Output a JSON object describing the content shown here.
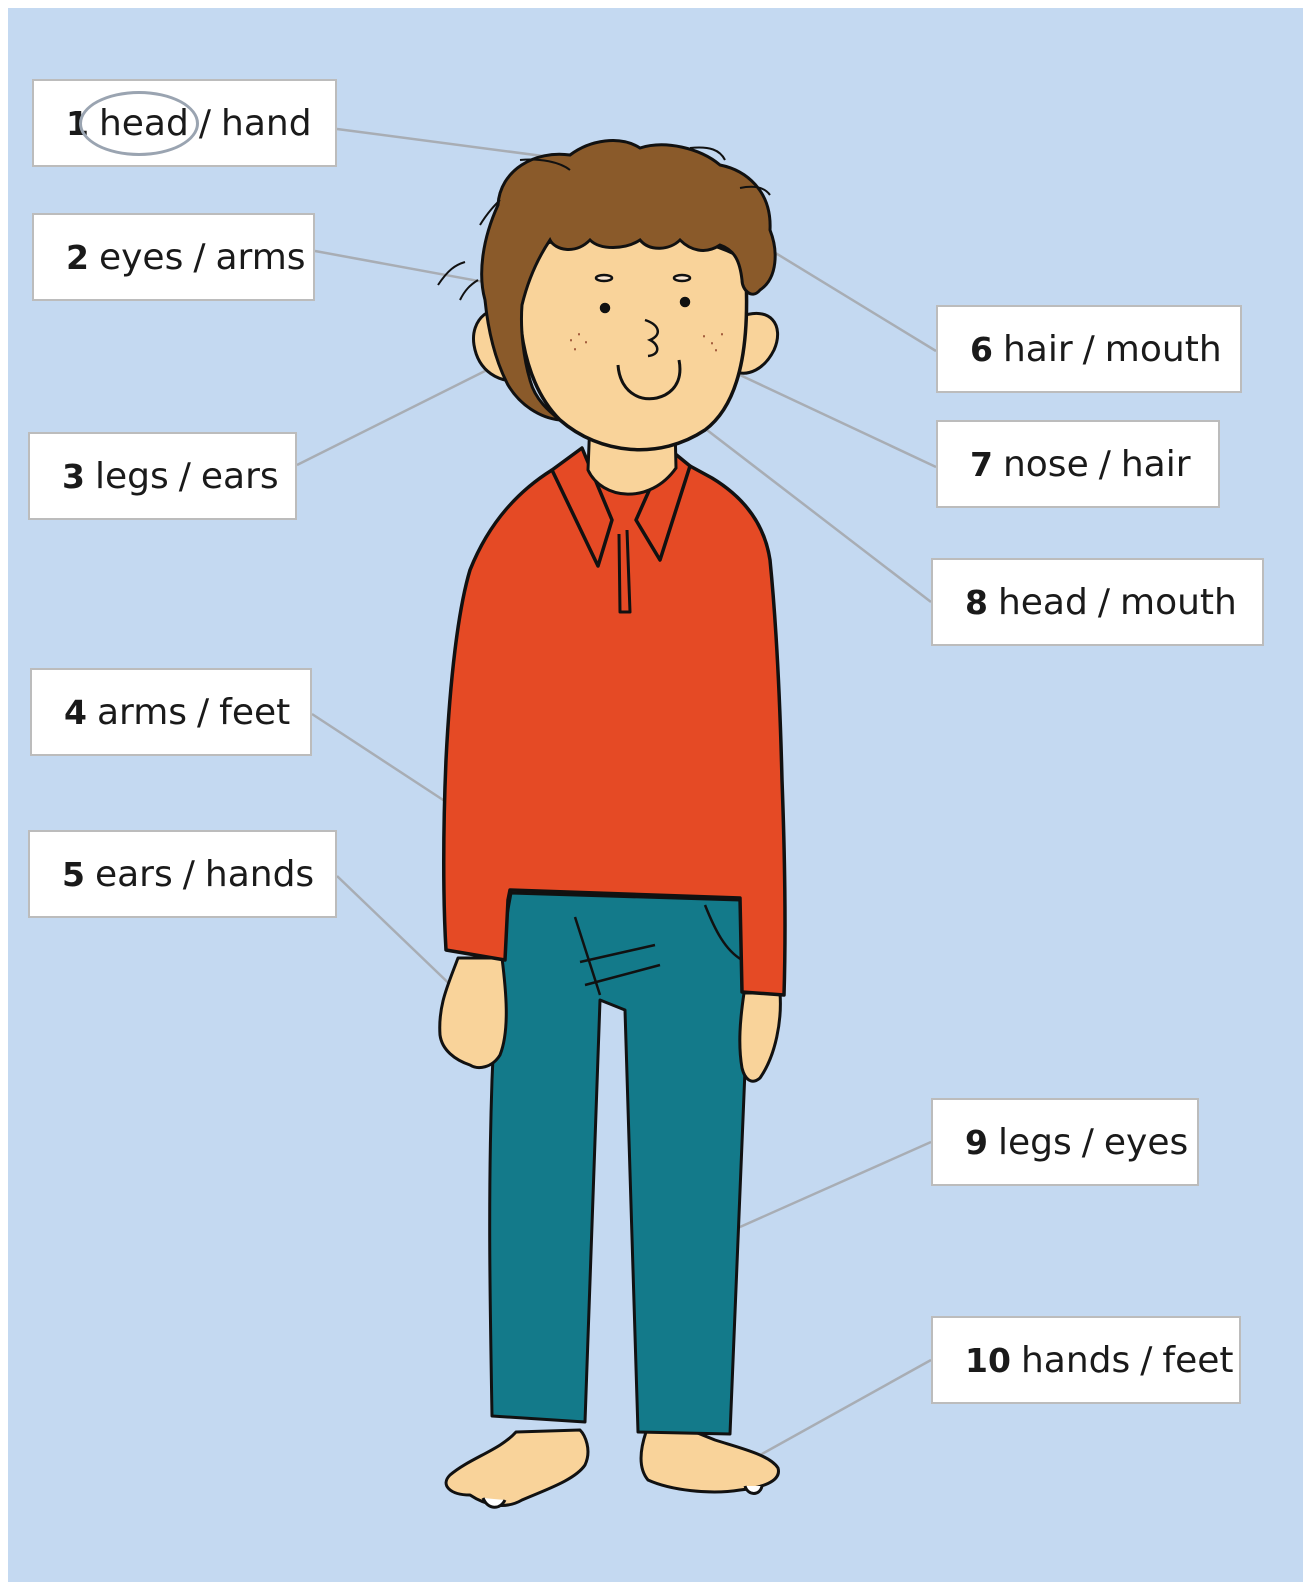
{
  "labels": [
    {
      "num": "1",
      "left": "head",
      "right": "hand",
      "circled": "left"
    },
    {
      "num": "2",
      "left": "eyes",
      "right": "arms"
    },
    {
      "num": "3",
      "left": "legs",
      "right": "ears"
    },
    {
      "num": "4",
      "left": "arms",
      "right": "feet"
    },
    {
      "num": "5",
      "left": "ears",
      "right": "hands"
    },
    {
      "num": "6",
      "left": "hair",
      "right": "mouth"
    },
    {
      "num": "7",
      "left": "nose",
      "right": "hair"
    },
    {
      "num": "8",
      "left": "head",
      "right": "mouth"
    },
    {
      "num": "9",
      "left": "legs",
      "right": "eyes"
    },
    {
      "num": "10",
      "left": "hands",
      "right": "feet"
    }
  ],
  "colors": {
    "background": "#c4d9f1",
    "sweater": "#e54a25",
    "trousers": "#137a8a",
    "skin": "#f9d39a",
    "hair": "#8a5a2a",
    "leader_line": "#a8adb4"
  }
}
